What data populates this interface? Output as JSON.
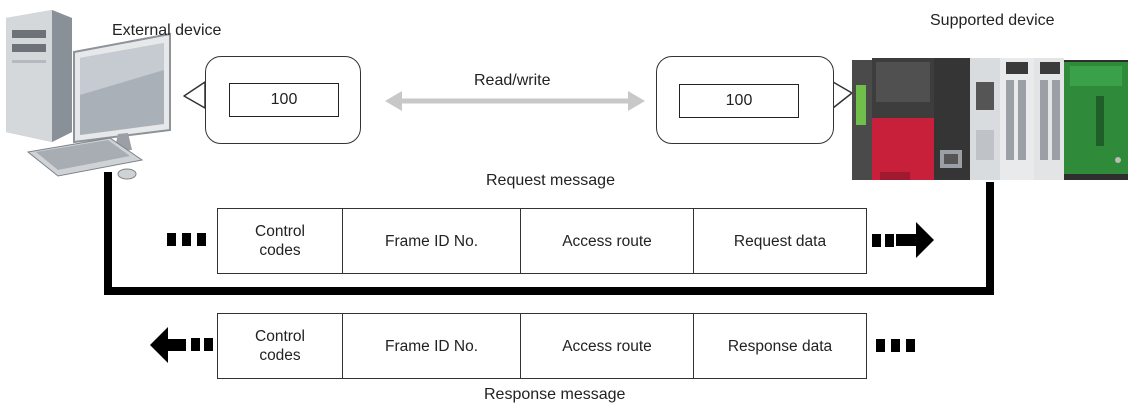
{
  "external_device": {
    "label": "External device"
  },
  "supported_device": {
    "label": "Supported device"
  },
  "exchange": {
    "arrow_label": "Read/write",
    "external_value": "100",
    "supported_value": "100"
  },
  "request": {
    "title": "Request message",
    "fields": [
      "Control\ncodes",
      "Frame ID No.",
      "Access route",
      "Request data"
    ]
  },
  "response": {
    "title": "Response message",
    "fields": [
      "Control\ncodes",
      "Frame ID No.",
      "Access route",
      "Response data"
    ]
  },
  "colors": {
    "arrow_gray": "#c8c8c8",
    "line": "#000000",
    "plc_red": "#c8203a",
    "plc_dark": "#3a3a3a",
    "plc_green": "#2f8a3a"
  }
}
